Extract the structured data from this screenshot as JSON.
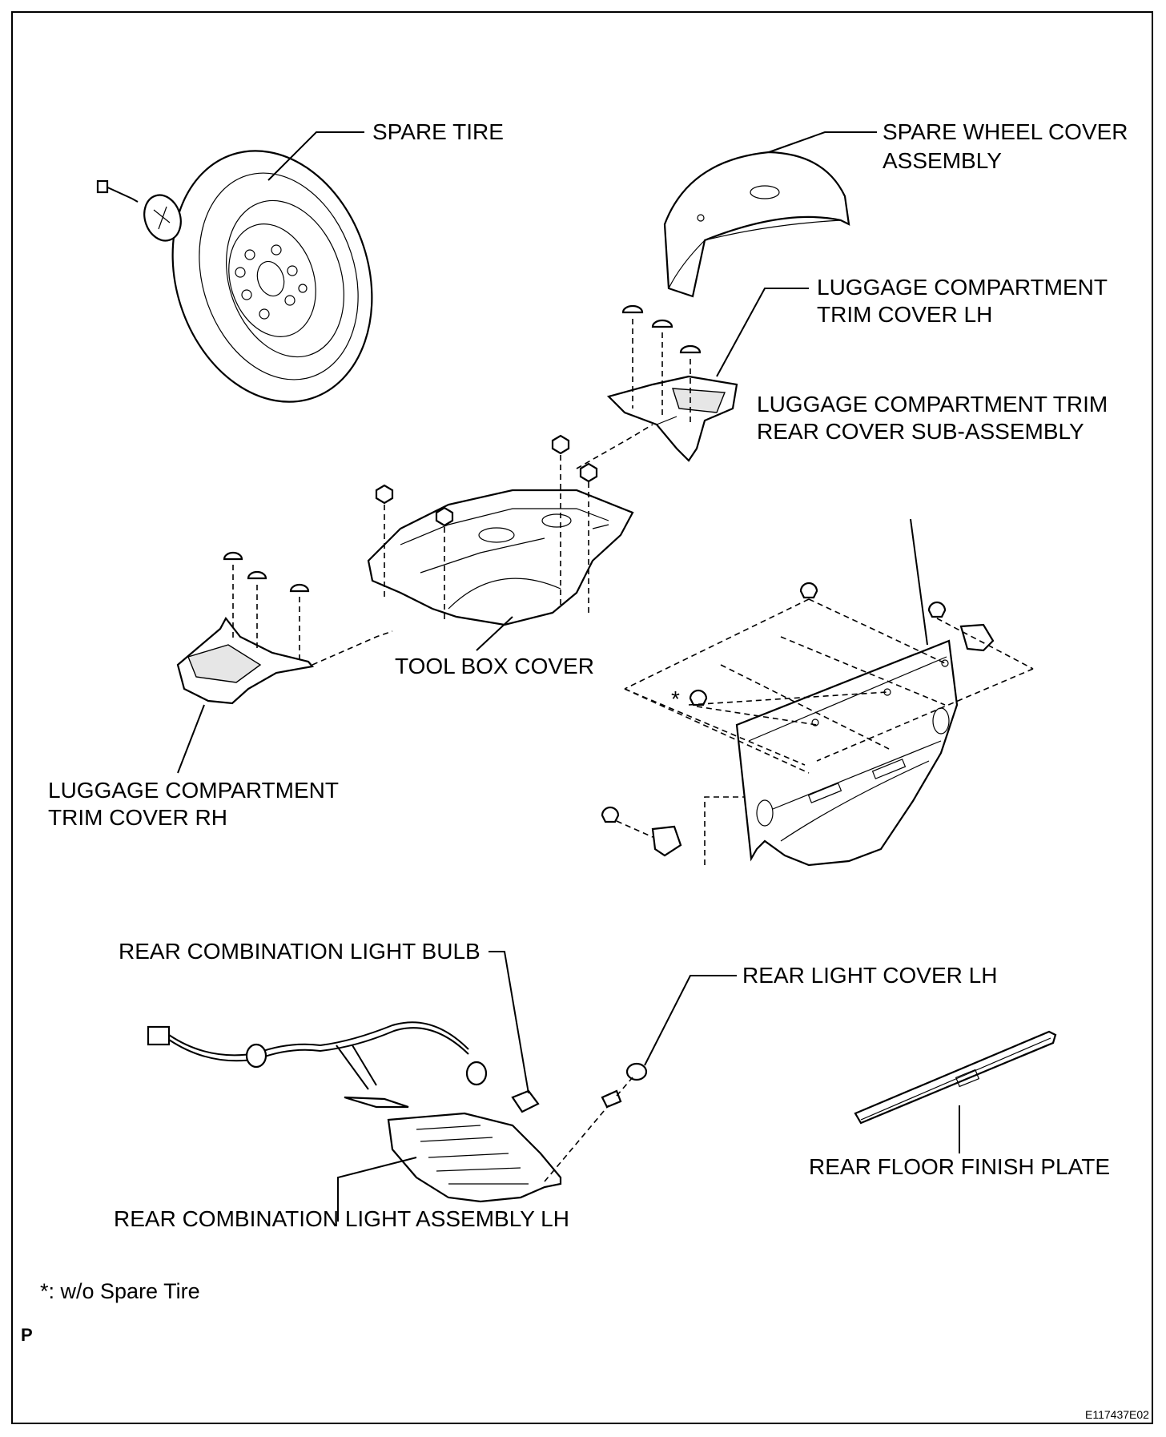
{
  "labels": {
    "spare_tire": "SPARE TIRE",
    "spare_wheel_cover_1": "SPARE WHEEL COVER",
    "spare_wheel_cover_2": "ASSEMBLY",
    "trim_cover_lh_1": "LUGGAGE COMPARTMENT",
    "trim_cover_lh_2": "TRIM COVER LH",
    "trim_rear_cover_1": "LUGGAGE COMPARTMENT TRIM",
    "trim_rear_cover_2": "REAR COVER SUB-ASSEMBLY",
    "tool_box_cover": "TOOL BOX COVER",
    "trim_cover_rh_1": "LUGGAGE COMPARTMENT",
    "trim_cover_rh_2": "TRIM COVER RH",
    "asterisk": "*",
    "rear_light_bulb": "REAR COMBINATION LIGHT BULB",
    "rear_light_cover": "REAR LIGHT COVER LH",
    "rear_floor_plate": "REAR FLOOR FINISH PLATE",
    "rear_light_assembly": "REAR COMBINATION LIGHT ASSEMBLY LH"
  },
  "footnote": "*: w/o Spare Tire",
  "page_marker": "P",
  "figure_code": "E117437E02"
}
